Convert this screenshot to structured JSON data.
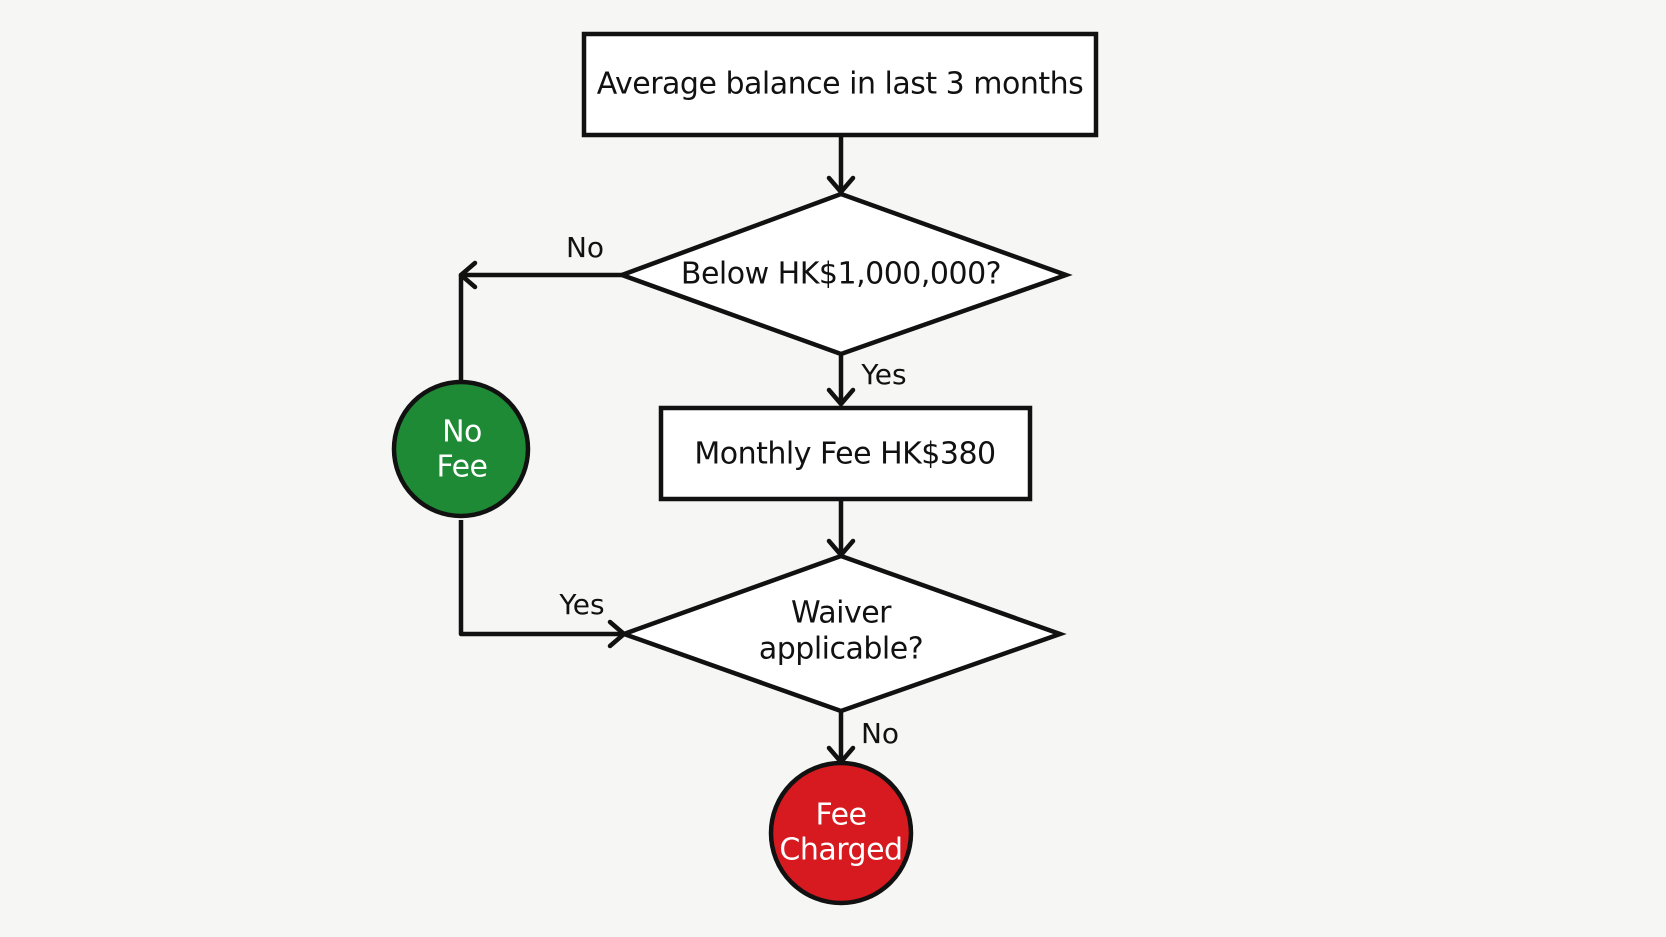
{
  "nodes": {
    "start": {
      "text": "Average balance in last 3 months"
    },
    "decision_balance": {
      "text": "Below HK$1,000,000?"
    },
    "monthly_fee": {
      "text": "Monthly Fee HK$380"
    },
    "decision_waiver": {
      "line1": "Waiver",
      "line2": "applicable?"
    },
    "no_fee": {
      "line1": "No",
      "line2": "Fee",
      "color": "#1f8a35"
    },
    "fee_charged": {
      "line1": "Fee",
      "line2": "Charged",
      "color": "#d71920"
    }
  },
  "edges": {
    "balance_no": "No",
    "balance_yes": "Yes",
    "waiver_yes": "Yes",
    "waiver_no": "No"
  }
}
